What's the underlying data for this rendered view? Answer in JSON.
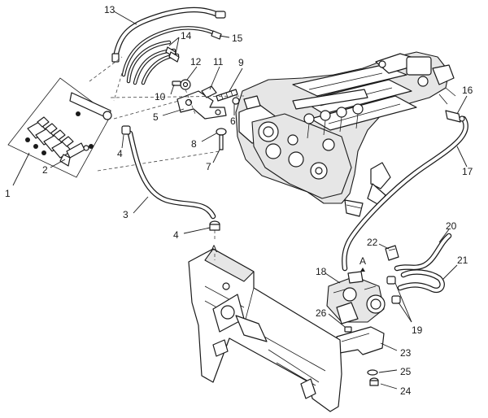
{
  "callouts": {
    "n1": "1",
    "n2": "2",
    "n3": "3",
    "n4a": "4",
    "n4b": "4",
    "n5": "5",
    "n6": "6",
    "n7": "7",
    "n8": "8",
    "n9": "9",
    "n10": "10",
    "n11": "11",
    "n12": "12",
    "n13": "13",
    "n14": "14",
    "n15": "15",
    "n16": "16",
    "n17": "17",
    "n18": "18",
    "n19": "19",
    "n20": "20",
    "n21": "21",
    "n22": "22",
    "n23": "23",
    "n24": "24",
    "n25": "25",
    "n26": "26"
  },
  "markers": {
    "a_left": "A",
    "a_right": "A"
  }
}
